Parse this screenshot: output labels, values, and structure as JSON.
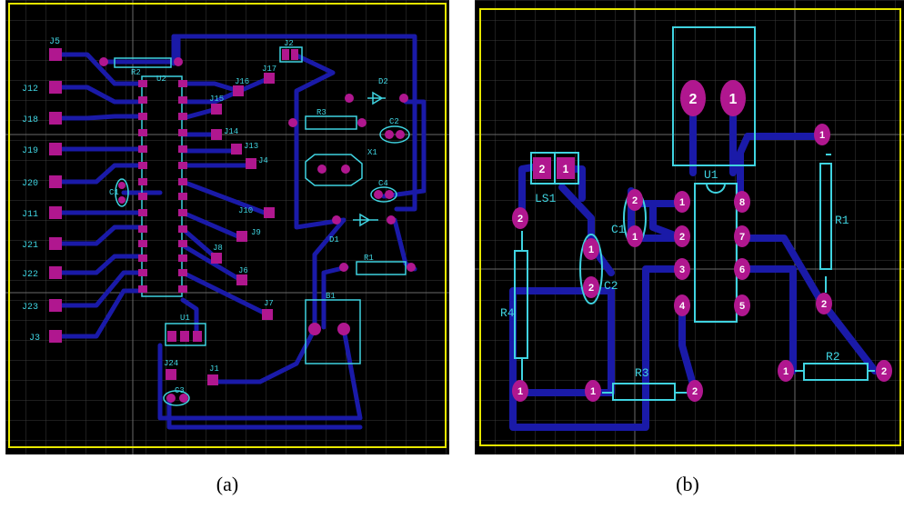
{
  "captions": {
    "a": "(a)",
    "b": "(b)"
  },
  "colors": {
    "board": "#000000",
    "grid": "#3a3a3a",
    "outline": "#e8e800",
    "trace": "#1a1aa8",
    "pad": "#b0178f",
    "silk": "#3fd3e0",
    "padtext": "#ffffff"
  },
  "panel_a": {
    "connectors": [
      "J5",
      "J12",
      "J18",
      "J19",
      "J20",
      "J11",
      "J21",
      "J22",
      "J23",
      "J3"
    ],
    "labels": [
      "R2",
      "U2",
      "J2",
      "J17",
      "J16",
      "J15",
      "J14",
      "J13",
      "J4",
      "J10",
      "J9",
      "J8",
      "J6",
      "J7",
      "D2",
      "R3",
      "C2",
      "X1",
      "C4",
      "D1",
      "R1",
      "B1",
      "U1",
      "C1",
      "J24",
      "J1",
      "C3"
    ]
  },
  "panel_b": {
    "relay_pins": [
      "2",
      "1"
    ],
    "ic_left_pins": [
      "1",
      "2",
      "3",
      "4"
    ],
    "ic_right_pins": [
      "8",
      "7",
      "6",
      "5"
    ],
    "ic_label": "U1",
    "ls_label": "LS1",
    "ls_pins": [
      "2",
      "1"
    ],
    "c1": {
      "label": "C1",
      "pins": [
        "2",
        "1"
      ]
    },
    "c2": {
      "label": "C2",
      "pins": [
        "1",
        "2"
      ]
    },
    "r1": {
      "label": "R1",
      "pins": [
        "1",
        "2"
      ]
    },
    "r2": {
      "label": "R2",
      "pins": [
        "1",
        "2"
      ]
    },
    "r3": {
      "label": "R3",
      "pins": [
        "1",
        "2"
      ]
    },
    "r4": {
      "label": "R4",
      "pins": [
        "2",
        "1"
      ]
    }
  }
}
